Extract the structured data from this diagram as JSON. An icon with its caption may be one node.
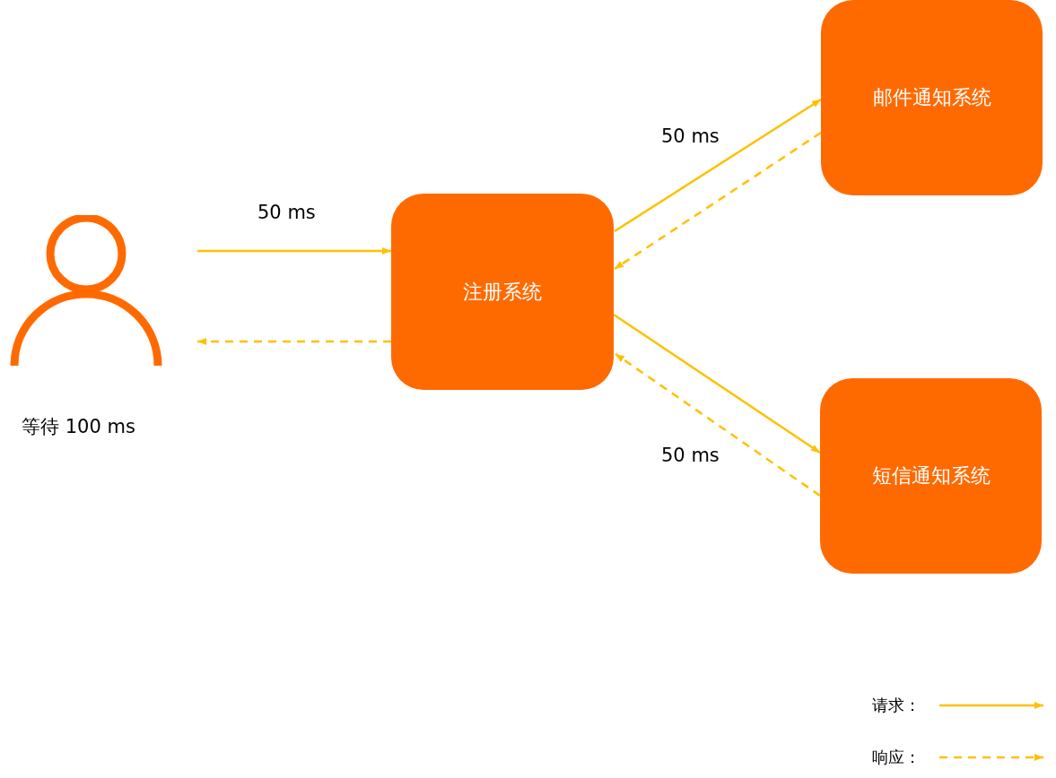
{
  "diagram": {
    "nodes": [
      {
        "text": [],
        "shape": "person",
        "beside": [
          "等待 100 ms"
        ]
      },
      {
        "text": [
          "注册系统"
        ]
      },
      {
        "text": [
          "邮件通知系统"
        ]
      },
      {
        "text": [
          "短信通知系统"
        ]
      }
    ],
    "edges": [
      {
        "from": 0,
        "to": 1,
        "arrow": "to",
        "label": "50 ms"
      },
      {
        "from": 1,
        "to": 0,
        "arrow": "to",
        "style": "dashed"
      },
      {
        "from": 1,
        "to": 2,
        "arrow": "to",
        "label": "50 ms"
      },
      {
        "from": 2,
        "to": 1,
        "arrow": "to",
        "style": "dashed"
      },
      {
        "from": 1,
        "to": 3,
        "arrow": "to"
      },
      {
        "from": 3,
        "to": 1,
        "arrow": "to",
        "style": "dashed",
        "label": "50 ms"
      }
    ],
    "legend": [
      {
        "text": "请求："
      },
      {
        "text": "响应："
      }
    ]
  }
}
